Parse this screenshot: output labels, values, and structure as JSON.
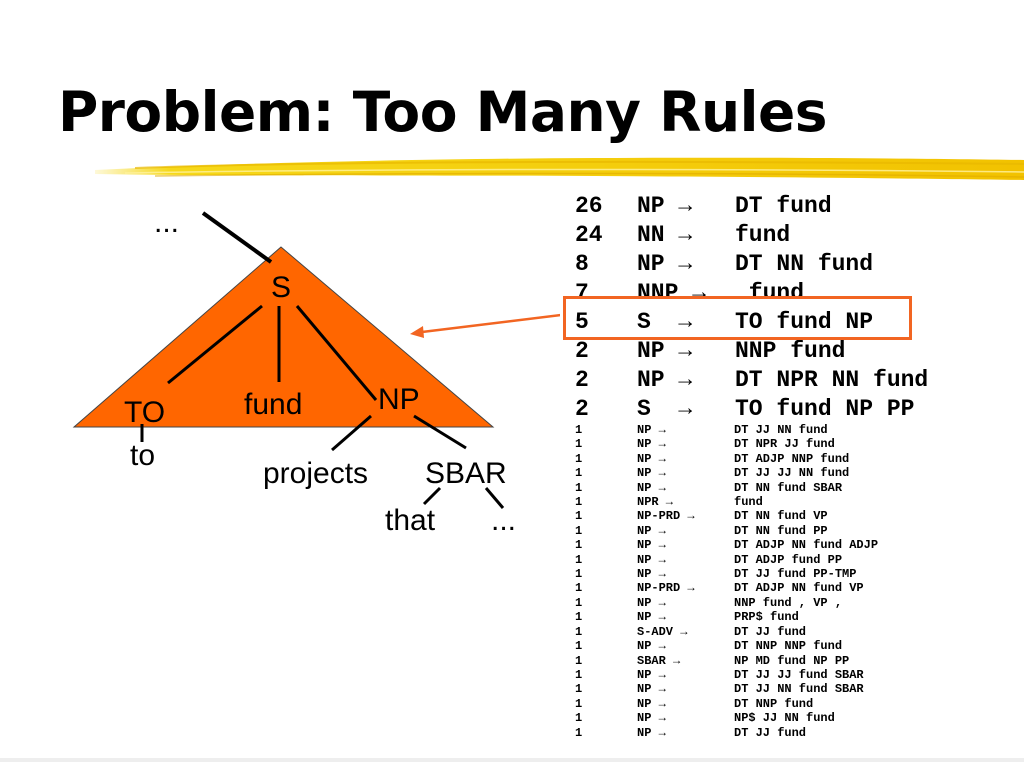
{
  "slide": {
    "title": "Problem: Too Many Rules",
    "colors": {
      "triangle": "#ff6600",
      "highlight": "#f26522",
      "accent_stroke": "#f5d400"
    }
  },
  "tree": {
    "ellipsis_top": "...",
    "root": "S",
    "to_tag": "TO",
    "to_word": "to",
    "fund": "fund",
    "np": "NP",
    "projects": "projects",
    "sbar": "SBAR",
    "that": "that",
    "ellipsis_bottom": "..."
  },
  "rules_big": [
    {
      "count": "26",
      "lhs": "NP →",
      "rhs": "DT fund"
    },
    {
      "count": "24",
      "lhs": "NN →",
      "rhs": "fund"
    },
    {
      "count": "8",
      "lhs": "NP →",
      "rhs": "DT NN fund"
    },
    {
      "count": "7",
      "lhs": "NNP →",
      "rhs": " fund"
    },
    {
      "count": "5",
      "lhs": "S  →",
      "rhs": "TO fund NP"
    },
    {
      "count": "2",
      "lhs": "NP →",
      "rhs": "NNP fund"
    },
    {
      "count": "2",
      "lhs": "NP →",
      "rhs": "DT NPR NN fund"
    },
    {
      "count": "2",
      "lhs": "S  →",
      "rhs": "TO fund NP PP"
    }
  ],
  "rules_small": [
    {
      "count": "1",
      "lhs": "NP →",
      "rhs": "DT JJ NN fund"
    },
    {
      "count": "1",
      "lhs": "NP →",
      "rhs": "DT NPR JJ fund"
    },
    {
      "count": "1",
      "lhs": "NP →",
      "rhs": "DT ADJP NNP fund"
    },
    {
      "count": "1",
      "lhs": "NP →",
      "rhs": "DT JJ JJ NN fund"
    },
    {
      "count": "1",
      "lhs": "NP →",
      "rhs": "DT NN fund SBAR"
    },
    {
      "count": "1",
      "lhs": "NPR →",
      "rhs": "fund"
    },
    {
      "count": "1",
      "lhs": "NP-PRD →",
      "rhs": "DT NN fund VP"
    },
    {
      "count": "1",
      "lhs": "NP →",
      "rhs": "DT NN fund PP"
    },
    {
      "count": "1",
      "lhs": "NP →",
      "rhs": "DT ADJP NN fund ADJP"
    },
    {
      "count": "1",
      "lhs": "NP →",
      "rhs": "DT ADJP fund PP"
    },
    {
      "count": "1",
      "lhs": "NP →",
      "rhs": "DT JJ fund PP-TMP"
    },
    {
      "count": "1",
      "lhs": "NP-PRD →",
      "rhs": "DT ADJP NN fund VP"
    },
    {
      "count": "1",
      "lhs": "NP →",
      "rhs": "NNP fund , VP ,"
    },
    {
      "count": "1",
      "lhs": "NP →",
      "rhs": "PRP$ fund"
    },
    {
      "count": "1",
      "lhs": "S-ADV →",
      "rhs": "DT JJ fund"
    },
    {
      "count": "1",
      "lhs": "NP →",
      "rhs": "DT NNP NNP fund"
    },
    {
      "count": "1",
      "lhs": "SBAR →",
      "rhs": "NP MD fund NP PP"
    },
    {
      "count": "1",
      "lhs": "NP →",
      "rhs": "DT JJ JJ fund SBAR"
    },
    {
      "count": "1",
      "lhs": "NP →",
      "rhs": "DT JJ NN fund SBAR"
    },
    {
      "count": "1",
      "lhs": "NP →",
      "rhs": "DT NNP fund"
    },
    {
      "count": "1",
      "lhs": "NP →",
      "rhs": "NP$ JJ NN fund"
    },
    {
      "count": "1",
      "lhs": "NP →",
      "rhs": "DT JJ fund"
    }
  ]
}
